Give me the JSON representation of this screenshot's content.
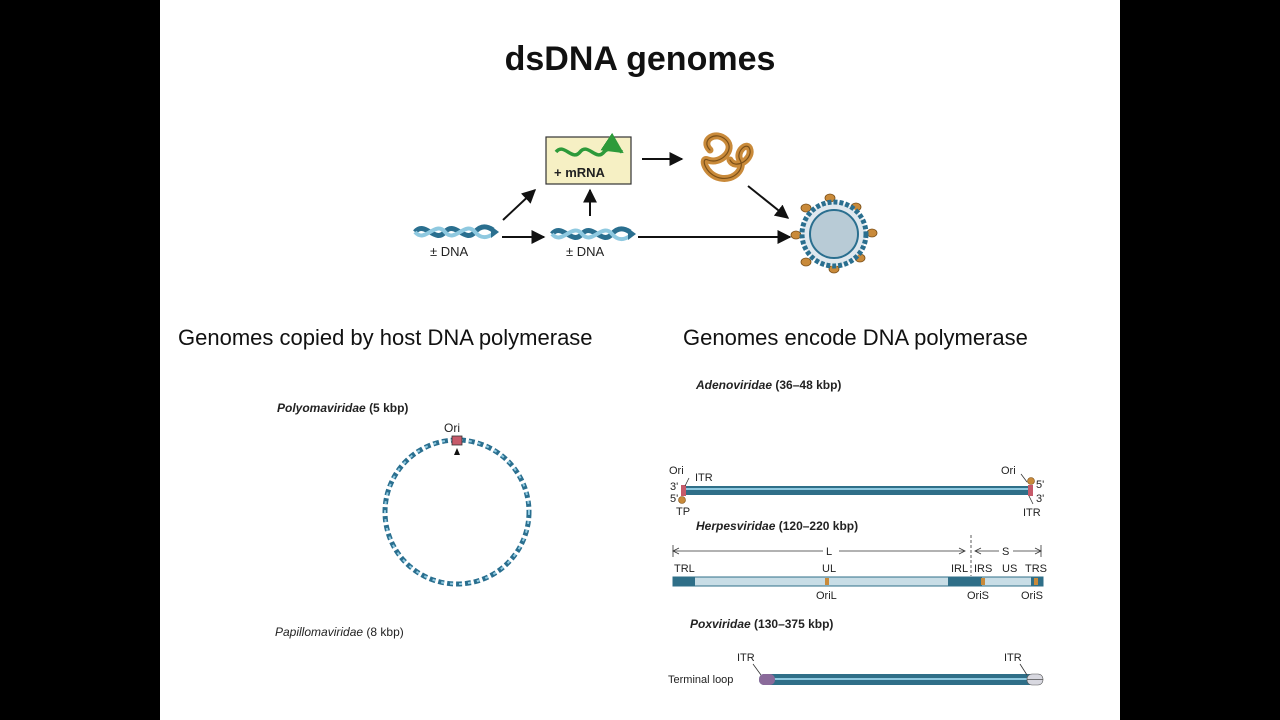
{
  "slide": {
    "title": "dsDNA genomes",
    "left_heading": "Genomes copied by host DNA polymerase",
    "right_heading": "Genomes encode DNA polymerase"
  },
  "flow": {
    "dna_label_1": "± DNA",
    "dna_label_2": "± DNA",
    "mrna_label": "+ mRNA"
  },
  "polyoma": {
    "name": "Polyomaviridae",
    "size": "(5 kbp)",
    "ori_label": "Ori"
  },
  "papilloma": {
    "name": "Papillomaviridae",
    "size": "(8 kbp)"
  },
  "adeno": {
    "name": "Adenoviridae",
    "size": "(36–48 kbp)",
    "labels": {
      "ori_left": "Ori",
      "three_prime_left": "3'",
      "five_prime_left": "5'",
      "itr_left": "ITR",
      "tp": "TP",
      "ori_right": "Ori",
      "five_prime_right": "5'",
      "three_prime_right": "3'",
      "itr_right": "ITR"
    }
  },
  "herpes": {
    "name": "Herpesviridae",
    "size": "(120–220 kbp)",
    "labels": {
      "L": "L",
      "S": "S",
      "TRL": "TRL",
      "UL": "UL",
      "IRL": "IRL",
      "IRS": "IRS",
      "US": "US",
      "TRS": "TRS",
      "OriL": "OriL",
      "OriS_1": "OriS",
      "OriS_2": "OriS"
    }
  },
  "pox": {
    "name": "Poxviridae",
    "size": "(130–375 kbp)",
    "labels": {
      "itr_left": "ITR",
      "itr_right": "ITR",
      "terminal_loop": "Terminal loop"
    }
  },
  "colors": {
    "dna_blue": "#2a6f8f",
    "dna_light": "#8fc9e0",
    "mrna_green": "#2d9a3a",
    "mrna_box": "#f6f0c4",
    "protein_orange": "#c98a3a",
    "genome_bar": "#2f6f88",
    "genome_light": "#c8dde6"
  }
}
